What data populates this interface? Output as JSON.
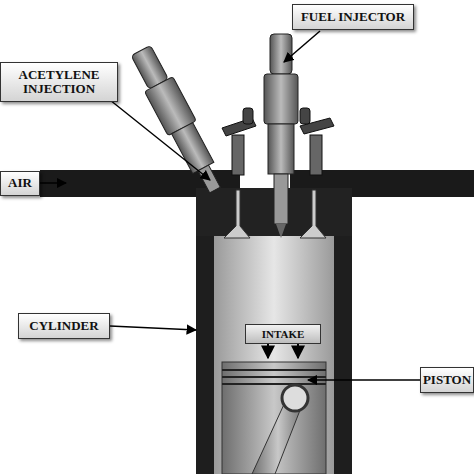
{
  "diagram": {
    "nodes": [
      {
        "text": [
          "FUEL INJECTOR"
        ]
      },
      {
        "text": [
          "ACETYLENE INJECTION"
        ]
      },
      {
        "text": [
          "AIR"
        ]
      },
      {
        "text": [
          "INTAKE"
        ]
      },
      {
        "text": [
          "CYLINDER"
        ]
      },
      {
        "text": [
          "PISTON"
        ]
      }
    ]
  }
}
